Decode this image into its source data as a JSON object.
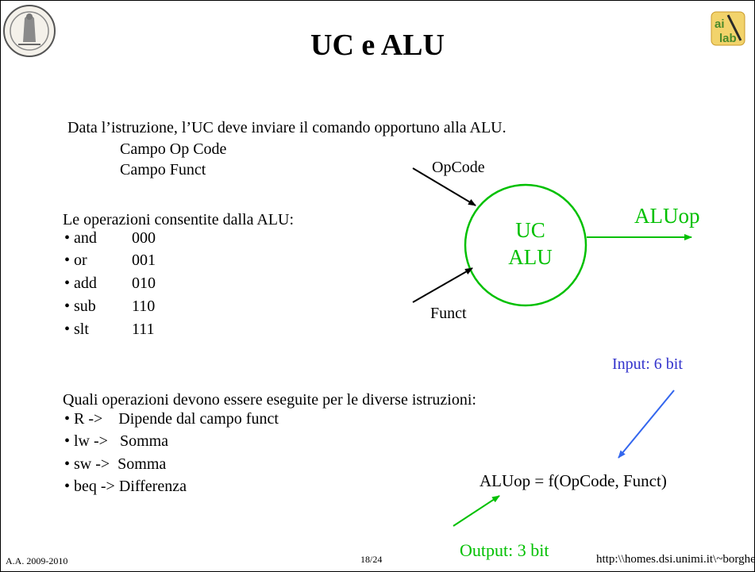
{
  "title": "UC e ALU",
  "intro": {
    "line": "Data l’istruzione, l’UC deve inviare il comando opportuno alla ALU.",
    "fields": [
      "Campo Op Code",
      "Campo Funct"
    ]
  },
  "operations": {
    "heading": "Le operazioni consentite dalla ALU:",
    "items": [
      {
        "name": "• and",
        "code": "000"
      },
      {
        "name": "• or",
        "code": "001"
      },
      {
        "name": "• add",
        "code": "010"
      },
      {
        "name": "• sub",
        "code": "110"
      },
      {
        "name": "• slt",
        "code": "111"
      }
    ]
  },
  "instructions": {
    "heading": "Quali operazioni devono essere eseguite per le diverse istruzioni:",
    "items": [
      "• R ->    Dipende dal campo funct",
      "• lw ->   Somma",
      "• sw ->  Somma",
      "• beq -> Differenza"
    ]
  },
  "diagram": {
    "input_top": "OpCode",
    "input_bottom": "Funct",
    "unit_line1": "UC",
    "unit_line2": "ALU",
    "output": "ALUop",
    "accent_color": "#00c000",
    "note_color": "#3333cc"
  },
  "notes": {
    "input": "Input: 6 bit",
    "output": "Output: 3 bit",
    "formula": "ALUop = f(OpCode, Funct)"
  },
  "footer": {
    "left": "A.A. 2009-2010",
    "page": "18/24",
    "right": "http:\\\\homes.dsi.unimi.it\\~borghese"
  },
  "logos": {
    "left": "university-seal",
    "right": "ais-lab-logo"
  }
}
